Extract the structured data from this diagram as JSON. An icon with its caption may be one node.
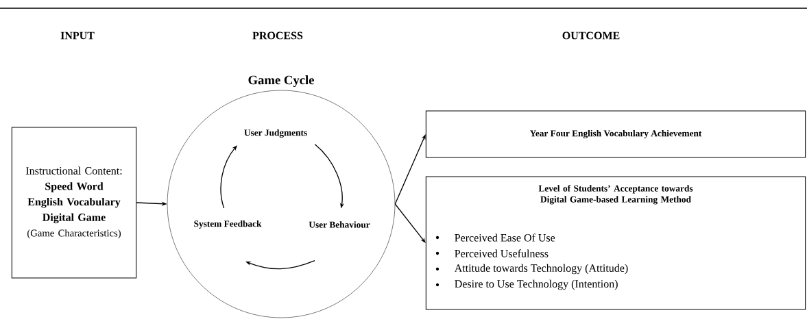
{
  "diagram": {
    "nodes": [
      {
        "text": [
          "Instructional Content:",
          "Speed Word English Vocabulary Digital Game",
          "(Game Characteristics)"
        ]
      },
      {
        "text": [
          "Game Cycle"
        ]
      },
      {
        "text": [
          "User Judgments"
        ],
        "in": 1
      },
      {
        "text": [
          "User Behaviour"
        ],
        "in": 1
      },
      {
        "text": [
          "System Feedback"
        ],
        "in": 1
      },
      {
        "text": [
          "Year Four English Vocabulary Achievement"
        ]
      },
      {
        "text": [
          "Level of Students’ Acceptance towards Digital Game-based Learning Method",
          "Perceived Ease Of Use",
          "Perceived Usefulness",
          "Attitude towards Technology (Attitude)",
          "Desire to Use Technology (Intention)"
        ]
      }
    ],
    "edges": [
      {
        "from": 0,
        "to": 1,
        "arrow": "to"
      },
      {
        "from": 4,
        "to": 2,
        "arrow": "to"
      },
      {
        "from": 2,
        "to": 3,
        "arrow": "to"
      },
      {
        "from": 3,
        "to": 4,
        "arrow": "to"
      },
      {
        "from": 1,
        "to": 5,
        "arrow": "to"
      },
      {
        "from": 1,
        "to": 6,
        "arrow": "to"
      }
    ],
    "labels": [
      "INPUT",
      "PROCESS",
      "OUTCOME"
    ]
  }
}
